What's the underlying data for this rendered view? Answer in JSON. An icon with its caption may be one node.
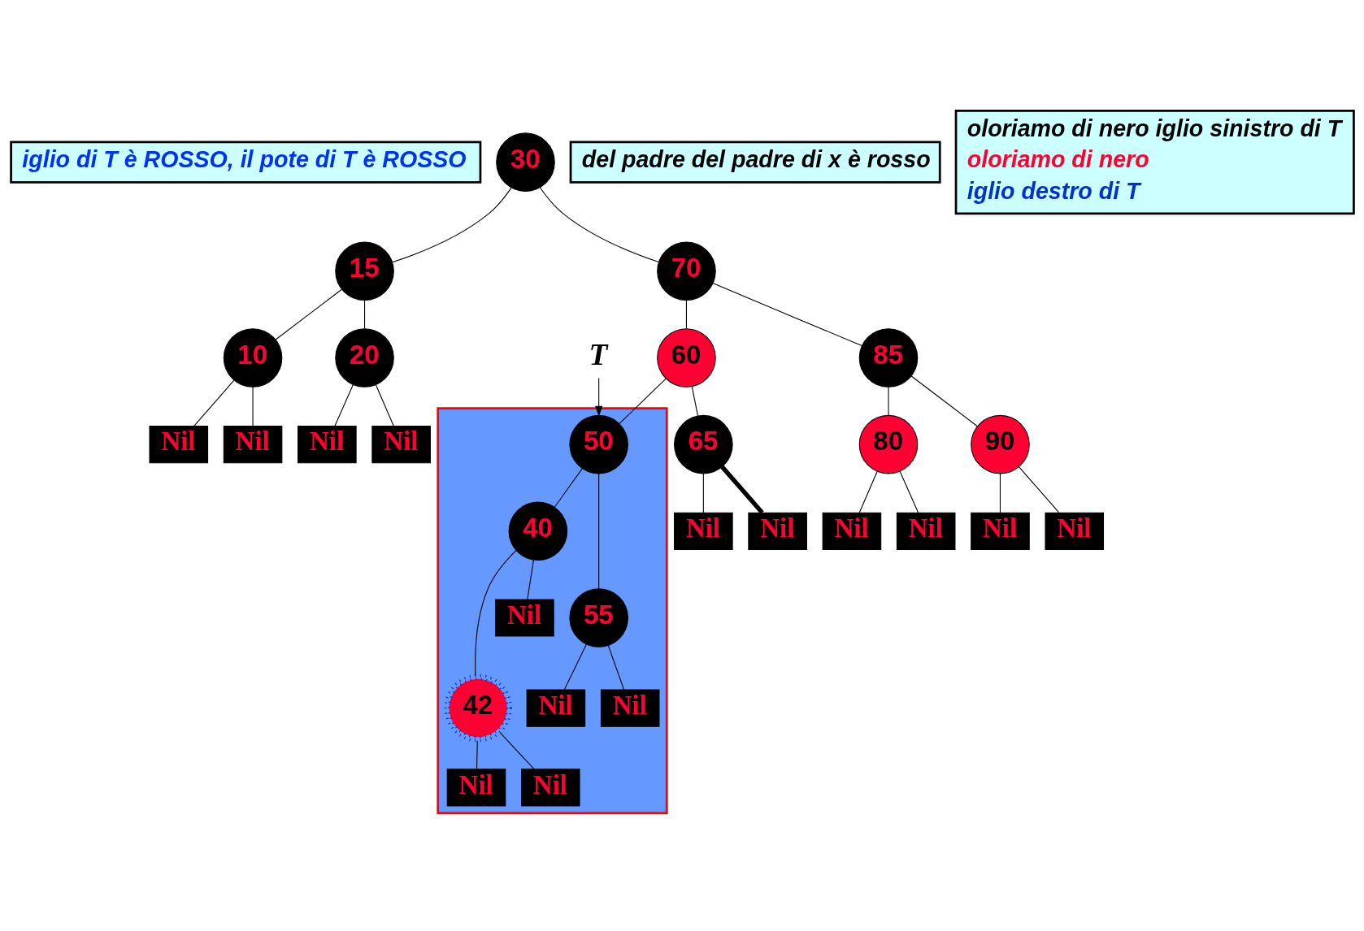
{
  "diagram": {
    "nodes": [
      {
        "text": [
          "iglio di T è ROSSO, il pote di T è ROSSO"
        ]
      },
      {
        "text": [
          "del padre del padre di x è rosso"
        ]
      },
      {
        "text": [
          "30"
        ]
      },
      {
        "text": [
          "15"
        ]
      },
      {
        "text": [
          "70"
        ]
      },
      {
        "text": [
          "10"
        ]
      },
      {
        "text": [
          "20"
        ]
      },
      {
        "text": [
          "60"
        ]
      },
      {
        "text": [
          "85"
        ]
      },
      {
        "text": [
          "T"
        ]
      },
      {
        "text": [
          "Nil"
        ]
      },
      {
        "text": [
          "Nil"
        ]
      },
      {
        "text": [
          "Nil"
        ]
      },
      {
        "text": [
          "Nil"
        ]
      },
      {
        "text": [],
        "shape": "polygon"
      },
      {
        "text": [
          "50"
        ],
        "in": 14
      },
      {
        "text": [
          "65"
        ]
      },
      {
        "text": [
          "80"
        ]
      },
      {
        "text": [
          "90"
        ]
      },
      {
        "text": [
          "Nil"
        ]
      },
      {
        "text": [
          "Nil"
        ]
      },
      {
        "text": [
          "Nil"
        ]
      },
      {
        "text": [
          "Nil"
        ]
      },
      {
        "text": [
          "Nil"
        ]
      },
      {
        "text": [
          "Nil"
        ]
      },
      {
        "text": [
          "oloriamo di nero iglio sinistro di T",
          "oloriamo di nero",
          "iglio destro di T"
        ]
      },
      {
        "text": [
          "40"
        ],
        "in": 14
      },
      {
        "text": [
          "55"
        ],
        "in": 14
      },
      {
        "text": [
          "Nil"
        ],
        "in": 14
      },
      {
        "text": [
          "42"
        ],
        "in": 14
      },
      {
        "text": [
          "Nil"
        ],
        "in": 14
      },
      {
        "text": [
          "Nil"
        ],
        "in": 14
      },
      {
        "text": [
          "Nil"
        ],
        "in": 14
      },
      {
        "text": [
          "Nil"
        ],
        "in": 14
      }
    ],
    "edges": [
      {
        "from": 2,
        "to": 3,
        "arrow": "none"
      },
      {
        "from": 2,
        "to": 4,
        "arrow": "none"
      },
      {
        "from": 3,
        "to": 5,
        "arrow": "none"
      },
      {
        "from": 3,
        "to": 6,
        "arrow": "none"
      },
      {
        "from": 4,
        "to": 7,
        "arrow": "none"
      },
      {
        "from": 4,
        "to": 8,
        "arrow": "none"
      },
      {
        "from": 5,
        "to": 10,
        "arrow": "none"
      },
      {
        "from": 5,
        "to": 11,
        "arrow": "none"
      },
      {
        "from": 6,
        "to": 12,
        "arrow": "none"
      },
      {
        "from": 6,
        "to": 13,
        "arrow": "none"
      },
      {
        "from": 9,
        "to": 15,
        "arrow": "to"
      },
      {
        "from": 7,
        "to": 15,
        "arrow": "none"
      },
      {
        "from": 7,
        "to": 16,
        "arrow": "none"
      },
      {
        "from": 8,
        "to": 17,
        "arrow": "none"
      },
      {
        "from": 8,
        "to": 18,
        "arrow": "none"
      },
      {
        "from": 16,
        "to": 19,
        "arrow": "none"
      },
      {
        "from": 16,
        "to": 20,
        "arrow": "none",
        "style": "thick"
      },
      {
        "from": 17,
        "to": 21,
        "arrow": "none"
      },
      {
        "from": 17,
        "to": 22,
        "arrow": "none"
      },
      {
        "from": 18,
        "to": 23,
        "arrow": "none"
      },
      {
        "from": 18,
        "to": 24,
        "arrow": "none"
      },
      {
        "from": 15,
        "to": 26,
        "arrow": "none"
      },
      {
        "from": 15,
        "to": 27,
        "arrow": "none"
      },
      {
        "from": 26,
        "to": 28,
        "arrow": "none"
      },
      {
        "from": 26,
        "to": 29,
        "arrow": "none"
      },
      {
        "from": 27,
        "to": 30,
        "arrow": "none"
      },
      {
        "from": 27,
        "to": 31,
        "arrow": "none"
      },
      {
        "from": 29,
        "to": 32,
        "arrow": "none"
      },
      {
        "from": 29,
        "to": 33,
        "arrow": "none"
      }
    ]
  }
}
